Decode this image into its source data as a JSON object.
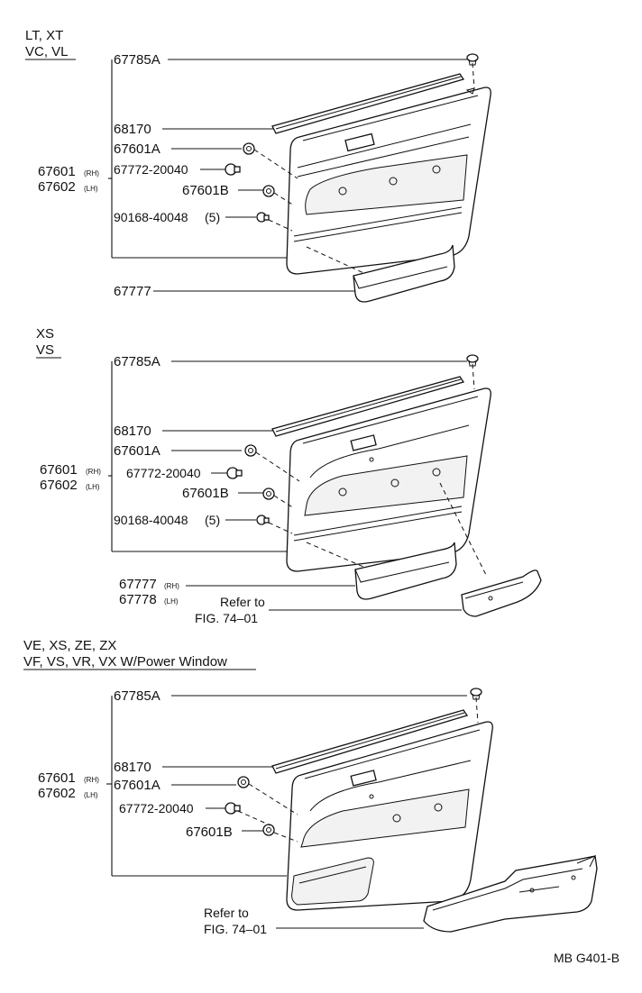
{
  "sections": [
    {
      "header_line1": "LT, XT",
      "header_line2": "VC, VL",
      "part_main_rh": "67601",
      "part_main_lh": "67602",
      "suffix_rh": "(RH)",
      "suffix_lh": "(LH)",
      "labels": {
        "clip_top": "67785A",
        "weatherstrip": "68170",
        "clip_a": "67601A",
        "screw": "67772-20040",
        "clip_b": "67601B",
        "clip_small": "90168-40048",
        "clip_small_qty": "(5)",
        "pocket": "67777"
      }
    },
    {
      "header_line1": "XS",
      "header_line2": "VS",
      "part_main_rh": "67601",
      "part_main_lh": "67602",
      "suffix_rh": "(RH)",
      "suffix_lh": "(LH)",
      "labels": {
        "clip_top": "67785A",
        "weatherstrip": "68170",
        "clip_a": "67601A",
        "screw": "67772-20040",
        "clip_b": "67601B",
        "clip_small": "90168-40048",
        "clip_small_qty": "(5)",
        "pocket_rh": "67777",
        "pocket_lh": "67778",
        "refer_line1": "Refer to",
        "refer_line2": "FIG. 74–01"
      }
    },
    {
      "header_line1": "VE, XS, ZE, ZX",
      "header_line2": "VF, VS, VR, VX W/Power Window",
      "part_main_rh": "67601",
      "part_main_lh": "67602",
      "suffix_rh": "(RH)",
      "suffix_lh": "(LH)",
      "labels": {
        "clip_top": "67785A",
        "weatherstrip": "68170",
        "clip_a": "67601A",
        "screw": "67772-20040",
        "clip_b": "67601B",
        "refer_line1": "Refer to",
        "refer_line2": "FIG. 74–01"
      }
    }
  ],
  "figure_code": "MB G401-B"
}
